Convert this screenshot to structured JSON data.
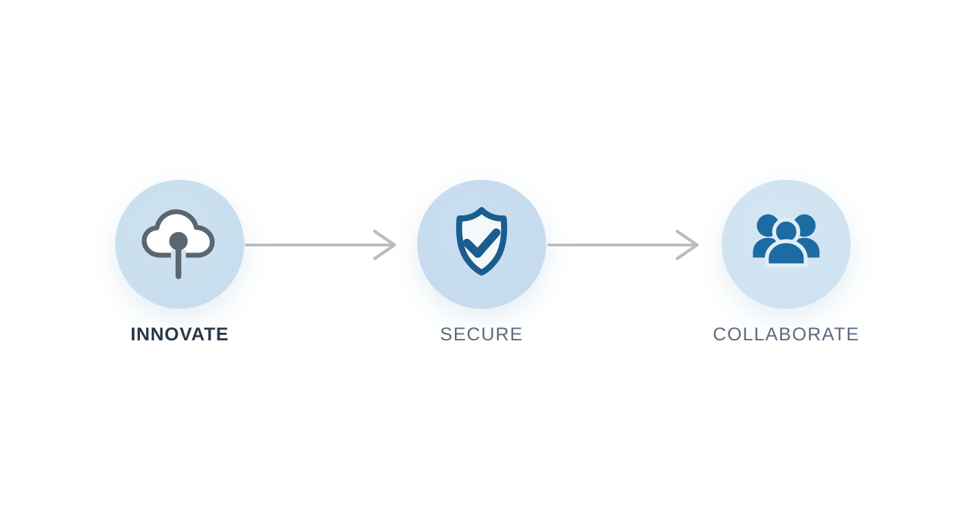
{
  "diagram": {
    "type": "process-flow",
    "steps": [
      {
        "label": "INNOVATE",
        "icon": "cloud-pin-icon",
        "emphasis": "bold"
      },
      {
        "label": "SECURE",
        "icon": "shield-check-icon",
        "emphasis": "light"
      },
      {
        "label": "COLLABORATE",
        "icon": "people-group-icon",
        "emphasis": "light"
      }
    ],
    "connectors": [
      {
        "icon": "arrow-right-icon",
        "from": "INNOVATE",
        "to": "SECURE"
      },
      {
        "icon": "arrow-right-icon",
        "from": "SECURE",
        "to": "COLLABORATE"
      }
    ],
    "colors": {
      "circle_fill_1": "#cde2f0",
      "circle_fill_2": "#c9def0",
      "circle_fill_3": "#d4e6f2",
      "cloud_outline": "#5b6671",
      "cloud_fill": "#ffffff",
      "shield_blue": "#1a5d8e",
      "shield_fill": "#f4f8fa",
      "people_blue": "#1d6ba3",
      "connector_gray": "#b9bdc1",
      "label_dark": "#2b3947",
      "label_muted": "#5a6c7d",
      "background": "#ffffff"
    }
  }
}
